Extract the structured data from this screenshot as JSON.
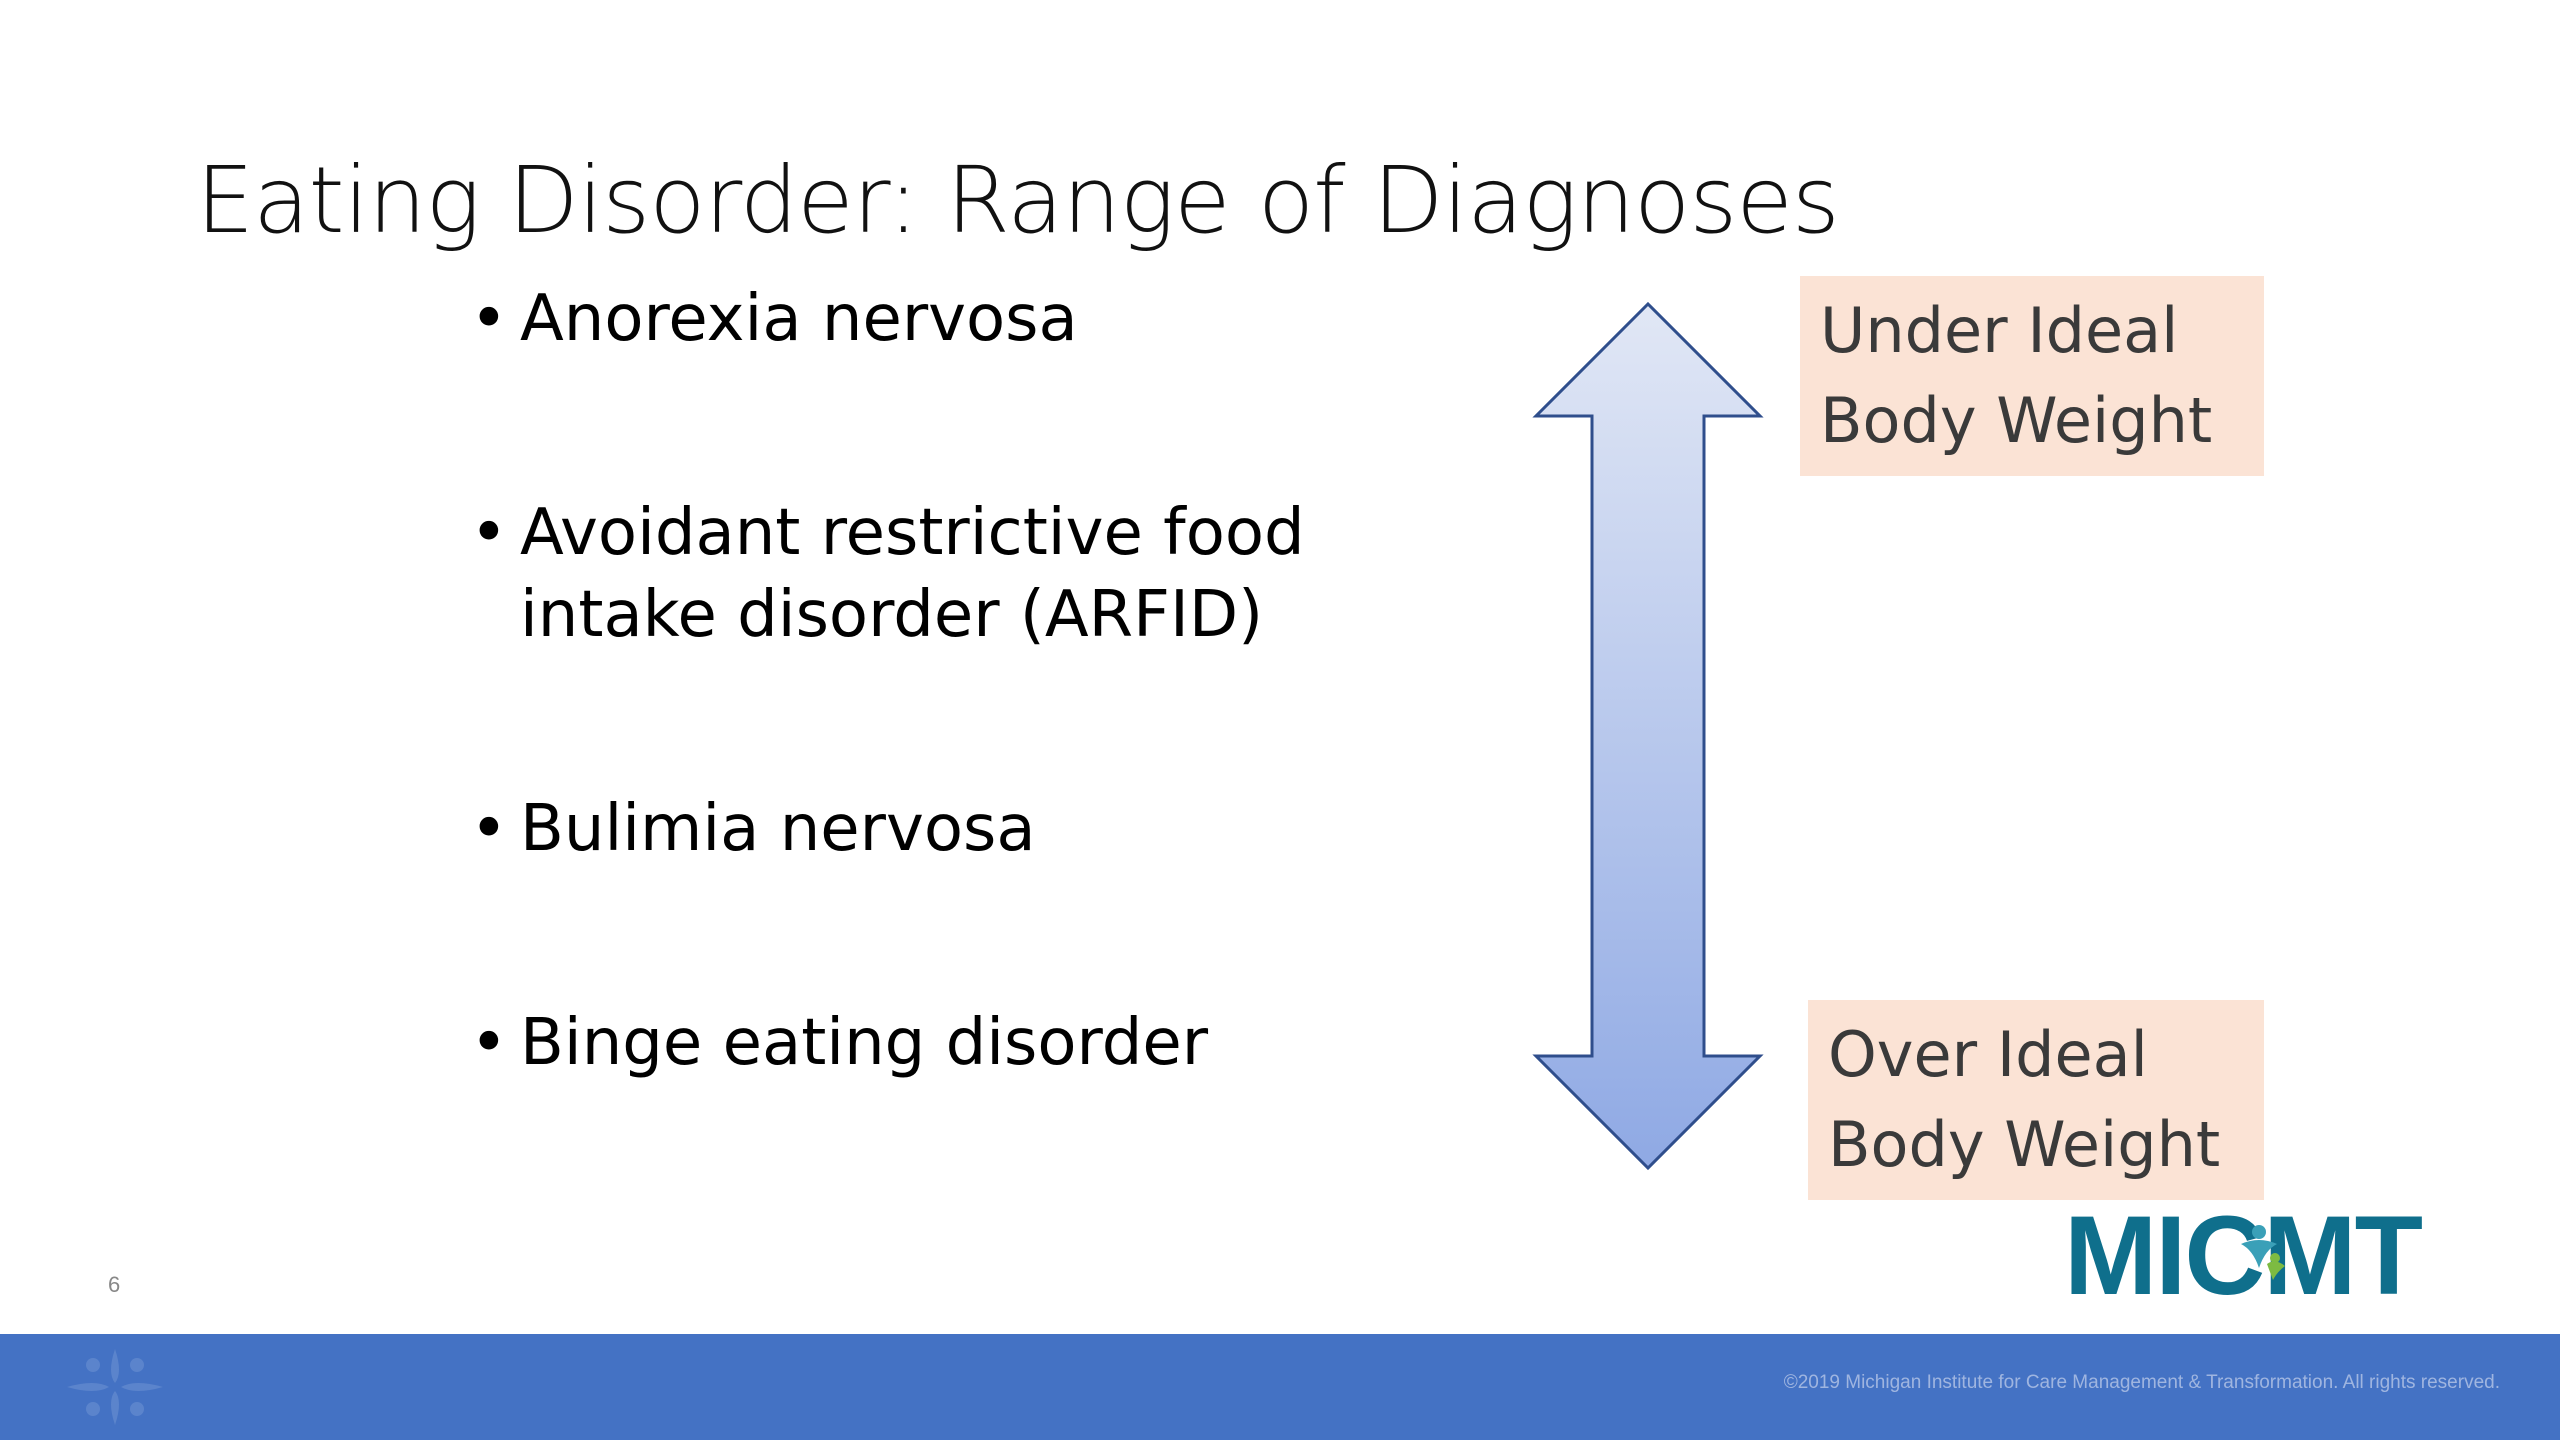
{
  "slide": {
    "title": "Eating Disorder: Range of Diagnoses",
    "bullets": [
      {
        "text": "Anorexia nervosa"
      },
      {
        "text": "Avoidant restrictive food intake disorder (ARFID)"
      },
      {
        "text": "Bulimia nervosa"
      },
      {
        "text": "Binge eating disorder"
      }
    ],
    "arrow": {
      "icon": "double-vertical-arrow-icon",
      "gradient_top": "#e1e7f5",
      "gradient_bottom": "#8fa9e4",
      "stroke": "#2f4e8c"
    },
    "labels": {
      "top_line1": "Under Ideal",
      "top_line2": "Body Weight",
      "bottom_line1": "Over Ideal",
      "bottom_line2": "Body Weight",
      "box_color": "#fbe3d5"
    },
    "page_number": "6"
  },
  "brand": {
    "logo_text": "MICMT",
    "logo_color": "#0f6f8c",
    "footer_color": "#4472c4",
    "copyright": "©2019 Michigan Institute for Care Management & Transformation. All rights reserved."
  }
}
